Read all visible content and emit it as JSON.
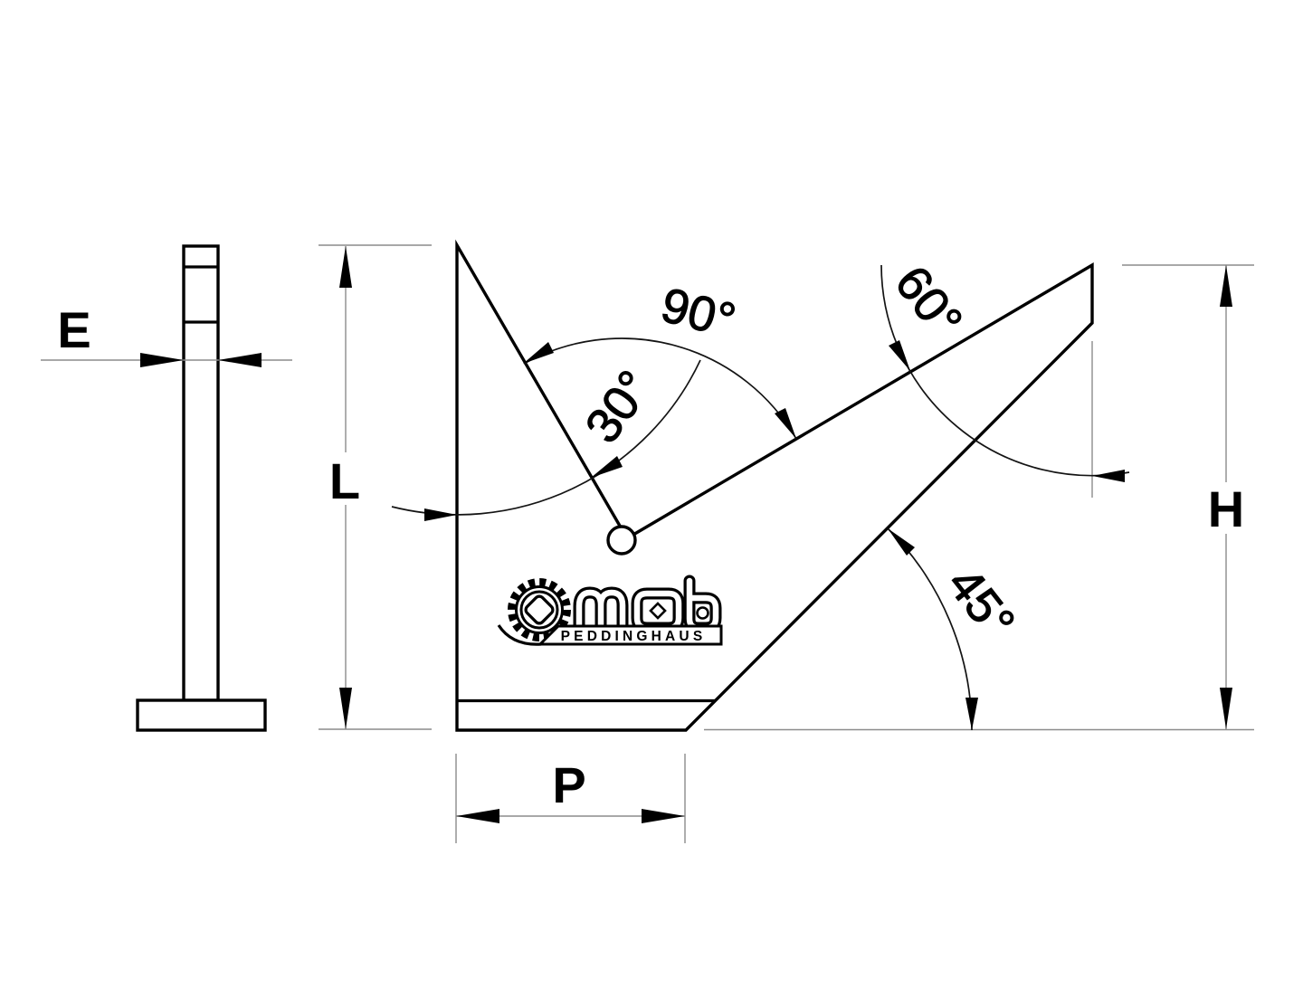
{
  "drawing_type": "technical dimension drawing of an angle square (front view and side view)",
  "colors": {
    "background": "#ffffff",
    "object_line": "#000000",
    "dimension_line": "#8c8c8c",
    "annotation_line": "#141414",
    "text": "#000000"
  },
  "dimensions": {
    "thickness": "E",
    "height_left": "L",
    "height_right": "H",
    "base_width": "P"
  },
  "angles": {
    "a90": "90°",
    "a30": "30°",
    "a60": "60°",
    "a45": "45°"
  },
  "logo": {
    "brand": "mob",
    "subtitle": "PEDDINGHAUS"
  }
}
